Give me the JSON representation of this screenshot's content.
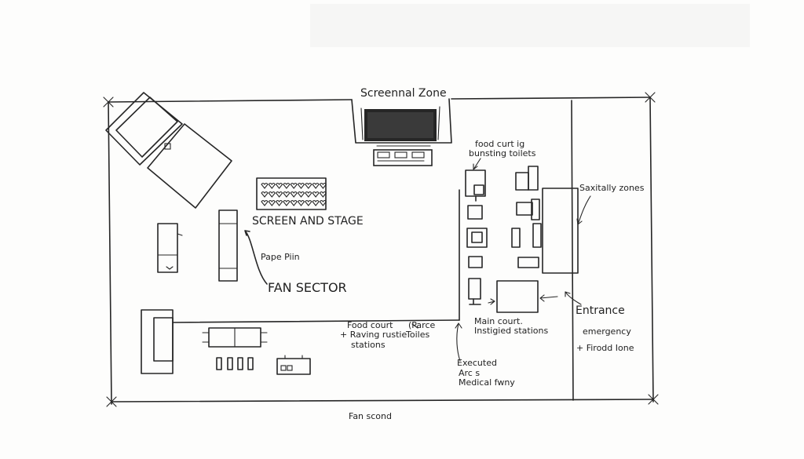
{
  "labels": {
    "screening_zone": "Screennal Zone",
    "food_court_top_1": "food curt ig",
    "food_court_top_2": "bunsting toilets",
    "sanitary_zones": "Saxitally zones",
    "screen_and_stage": "SCREEN AND STAGE",
    "paper_plain": "Pape Piin",
    "fan_sector": "FAN SECTOR",
    "entrance": "Entrance",
    "emergency": "emergency",
    "first_aid_zone": "+ Firodd Ione",
    "food_court_bottom_1": "Food court",
    "food_court_bottom_2": "+ Raving rustie",
    "food_court_bottom_3": "stations",
    "parce_toilets_1": "(Parce",
    "parce_toilets_2": "Toiles",
    "main_court_1": "Main court.",
    "main_court_2": "Instigied stations",
    "evacuated_1": "Executed",
    "evacuated_2": "Arc s",
    "evacuated_3": "Medical fwny",
    "fan_second": "Fan scond"
  }
}
